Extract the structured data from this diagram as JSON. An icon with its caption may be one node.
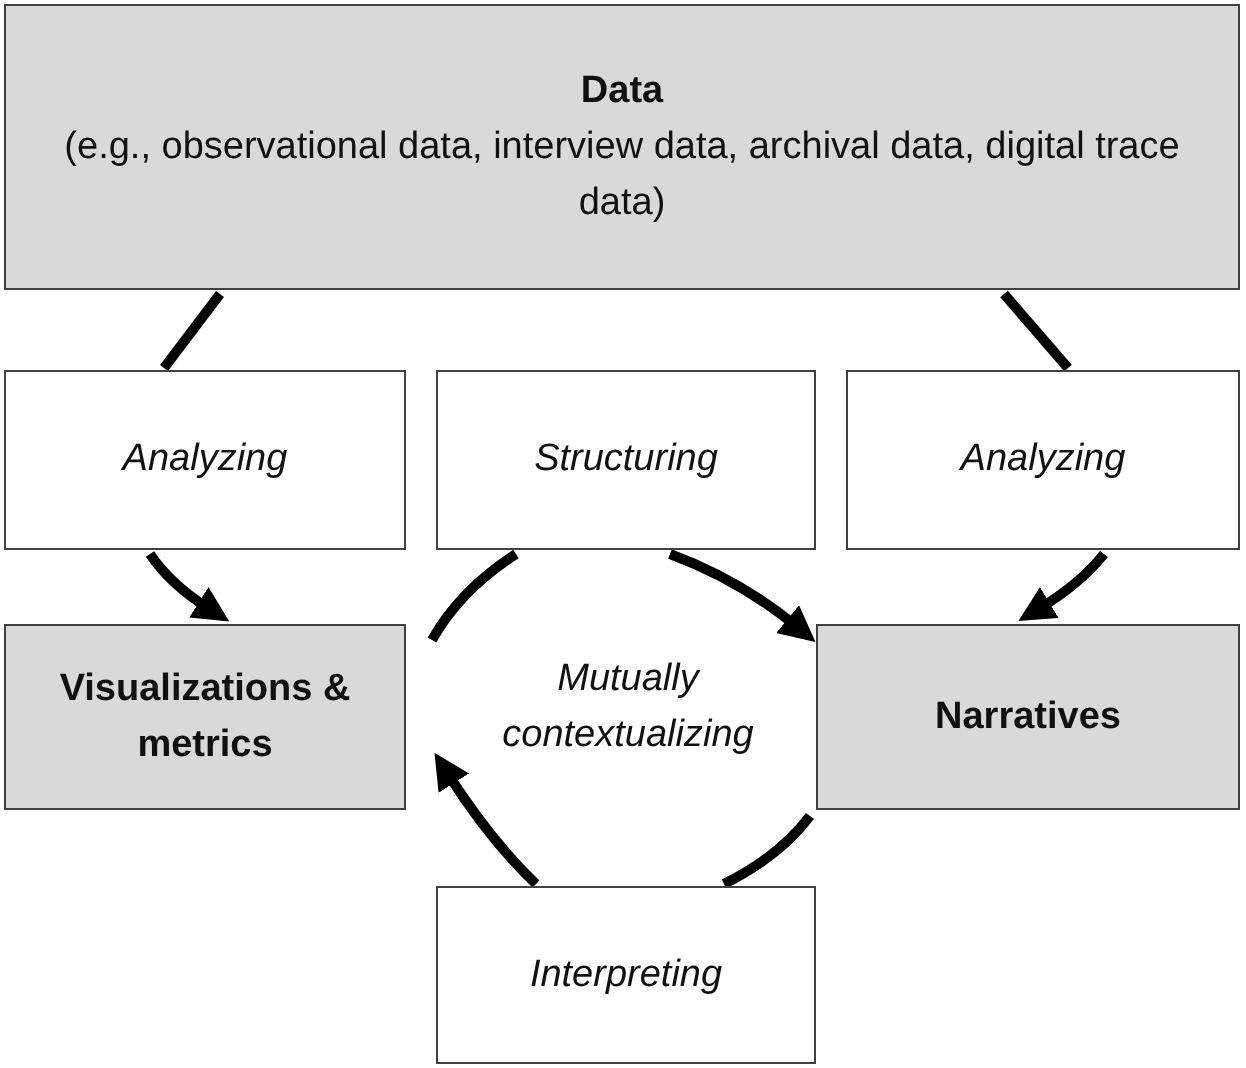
{
  "diagram": {
    "nodes": [
      {
        "text": [
          "Data",
          "(e.g., observational data, interview data, archival data, digital trace data)"
        ]
      },
      {
        "text": [
          "Analyzing"
        ]
      },
      {
        "text": [
          "Structuring"
        ]
      },
      {
        "text": [
          "Analyzing"
        ]
      },
      {
        "text": [
          "Visualizations & metrics"
        ]
      },
      {
        "text": [
          "Narratives"
        ]
      },
      {
        "text": [
          "Interpreting"
        ]
      }
    ],
    "edges": [
      {
        "from": 0,
        "to": 1,
        "arrow": "none"
      },
      {
        "from": 1,
        "to": 4,
        "arrow": "to"
      },
      {
        "from": 0,
        "to": 3,
        "arrow": "none"
      },
      {
        "from": 3,
        "to": 5,
        "arrow": "to"
      },
      {
        "from": 4,
        "to": 2,
        "arrow": "none"
      },
      {
        "from": 2,
        "to": 5,
        "arrow": "to"
      },
      {
        "from": 5,
        "to": 6,
        "arrow": "none"
      },
      {
        "from": 6,
        "to": 4,
        "arrow": "to"
      }
    ],
    "labels": [
      "Mutually contextualizing"
    ]
  }
}
